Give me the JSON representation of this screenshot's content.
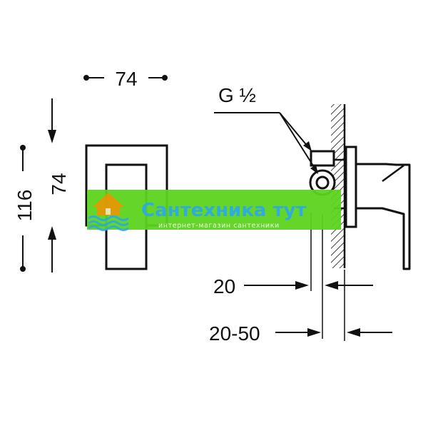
{
  "dimensions": {
    "front_width": "74",
    "total_height": "116",
    "plate_height": "74",
    "thread": "G ½",
    "depth_fixed": "20",
    "depth_range": "20-50"
  },
  "watermark": {
    "title": "Сантехника тут",
    "subtitle": "интернет-магазин сантехники"
  },
  "colors": {
    "line": "#111111",
    "band_green": "#5dd31f",
    "wm_blue": "#2aa7f0",
    "wm_orange": "#f39200"
  }
}
